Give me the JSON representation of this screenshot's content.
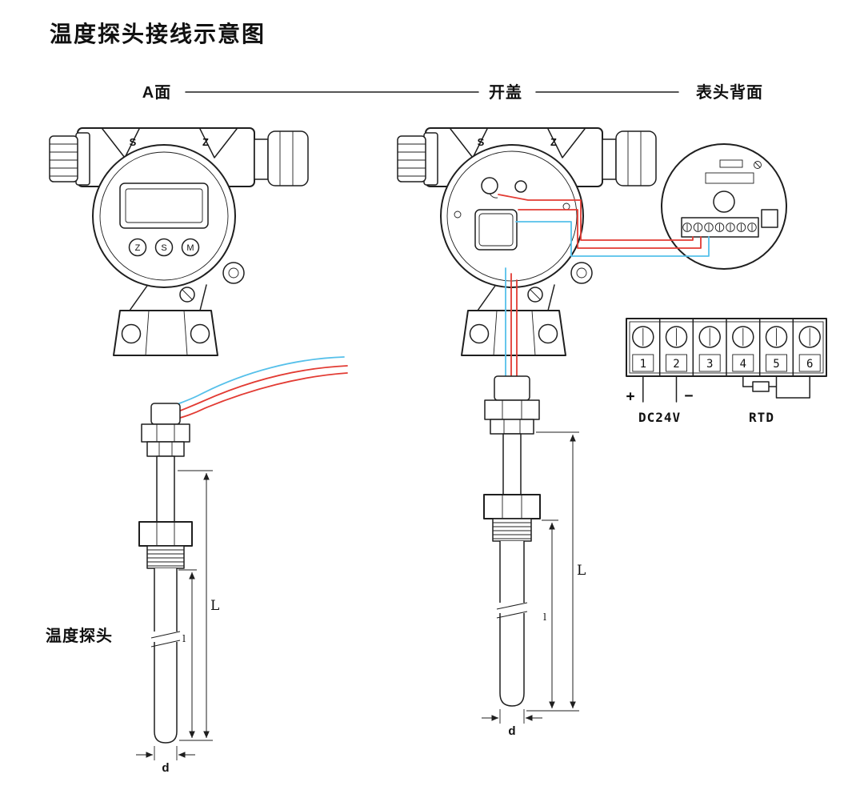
{
  "title": "温度探头接线示意图",
  "header": {
    "a_side": "A面",
    "open_cover": "开盖",
    "meter_back": "表头背面"
  },
  "device": {
    "letter_s": "S",
    "letter_z": "Z",
    "buttons": [
      "Z",
      "S",
      "M"
    ]
  },
  "terminal_block": {
    "numbers": [
      "1",
      "2",
      "3",
      "4",
      "5",
      "6"
    ],
    "plus": "+",
    "minus": "−",
    "dc24v_label": "DC24V",
    "rtd_label": "RTD"
  },
  "probe": {
    "label": "温度探头",
    "dim_length": "L",
    "dim_insert": "l",
    "dim_diameter": "d"
  },
  "colors": {
    "wire_red": "#e23b33",
    "wire_blue": "#56c0ea",
    "pcb_green": "#cddcc6",
    "line": "#1f1f1f"
  }
}
